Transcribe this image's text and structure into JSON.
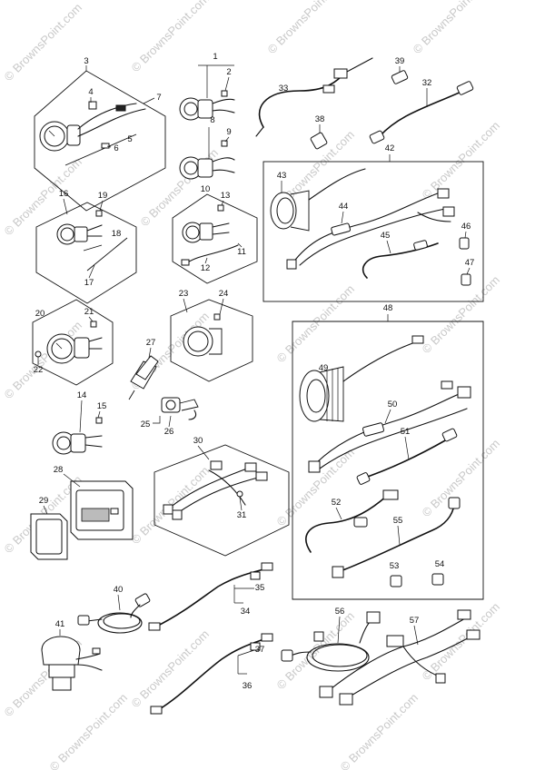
{
  "watermark": "© BrownsPoint.com",
  "callouts": [
    "1",
    "2",
    "3",
    "4",
    "5",
    "6",
    "7",
    "8",
    "9",
    "10",
    "11",
    "12",
    "13",
    "14",
    "15",
    "16",
    "17",
    "18",
    "19",
    "20",
    "21",
    "22",
    "23",
    "24",
    "25",
    "26",
    "27",
    "28",
    "29",
    "30",
    "31",
    "32",
    "33",
    "34",
    "35",
    "36",
    "37",
    "38",
    "39",
    "40",
    "41",
    "42",
    "43",
    "44",
    "45",
    "46",
    "47",
    "48",
    "49",
    "50",
    "51",
    "52",
    "53",
    "54",
    "55",
    "56",
    "57"
  ],
  "colors": {
    "line": "#111111",
    "watermark": "#c9c9c9",
    "background": "#ffffff"
  }
}
